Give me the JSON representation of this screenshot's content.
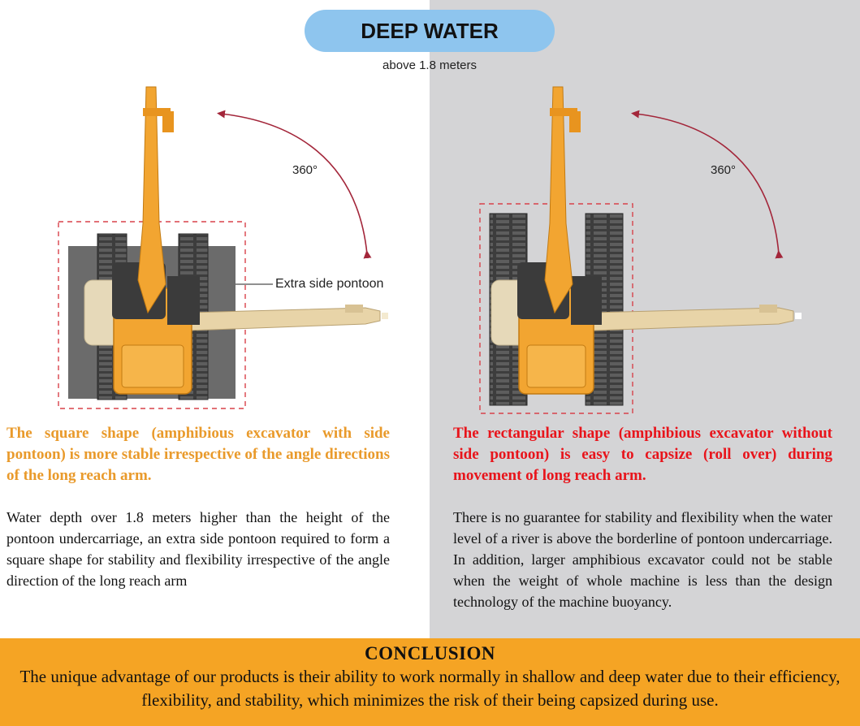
{
  "header": {
    "title": "DEEP WATER",
    "subtitle": "above 1.8 meters"
  },
  "left_panel": {
    "angle_label": "360°",
    "callout": "Extra side pontoon",
    "heading": "The square shape (amphibious excavator with side pontoon) is more stable irrespective of the angle directions of the long reach arm.",
    "body": "Water depth over 1.8 meters higher than the height of the pontoon undercarriage, an extra side pontoon required to form a square shape for stability and flexibility irrespective of the angle direction of the long reach arm"
  },
  "right_panel": {
    "angle_label": "360°",
    "heading": "The rectangular shape (amphibious excavator without side pontoon) is easy to capsize (roll over) during movement of long reach arm.",
    "body": "There is no guarantee for stability and flexibility when the water level of a river is above the borderline of pontoon undercarriage. In addition, larger amphibious excavator could not be stable when the weight of whole machine is less than the design technology of the machine buoyancy."
  },
  "conclusion": {
    "title": "CONCLUSION",
    "text": "The unique advantage of our products is their ability to work normally in shallow and deep water due to their efficiency, flexibility, and stability, which minimizes the risk of their being capsized during use."
  },
  "colors": {
    "title_pill": "#8ec5ee",
    "right_background": "#d4d4d6",
    "left_heading": "#e99a2b",
    "right_heading": "#e8141b",
    "conclusion_band": "#f5a424",
    "excavator_body": "#f2a531",
    "rotation_arrow": "#a3263a",
    "outline_dash": "#d8424a"
  }
}
